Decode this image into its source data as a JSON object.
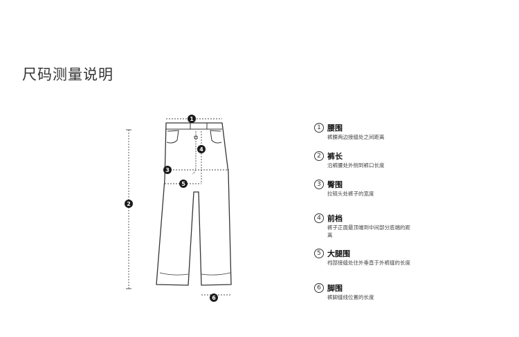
{
  "page": {
    "title": "尺码测量说明"
  },
  "markers": [
    "1",
    "2",
    "3",
    "4",
    "5",
    "6"
  ],
  "legend": [
    {
      "num": "1",
      "name": "腰围",
      "desc": "裤腰两边接缝处之间距离"
    },
    {
      "num": "2",
      "name": "裤长",
      "desc": "沿裤腰处外侧到裤口长度"
    },
    {
      "num": "3",
      "name": "臀围",
      "desc": "拉链头处裤子的宽度"
    },
    {
      "num": "4",
      "name": "前档",
      "desc": "裤子正面最顶端到中间部分底端的距离"
    },
    {
      "num": "5",
      "name": "大腿围",
      "desc": "裆部接缝处往外垂直于外裤缝的长度"
    },
    {
      "num": "6",
      "name": "脚围",
      "desc": "裤脚缝线位置的长度"
    }
  ]
}
